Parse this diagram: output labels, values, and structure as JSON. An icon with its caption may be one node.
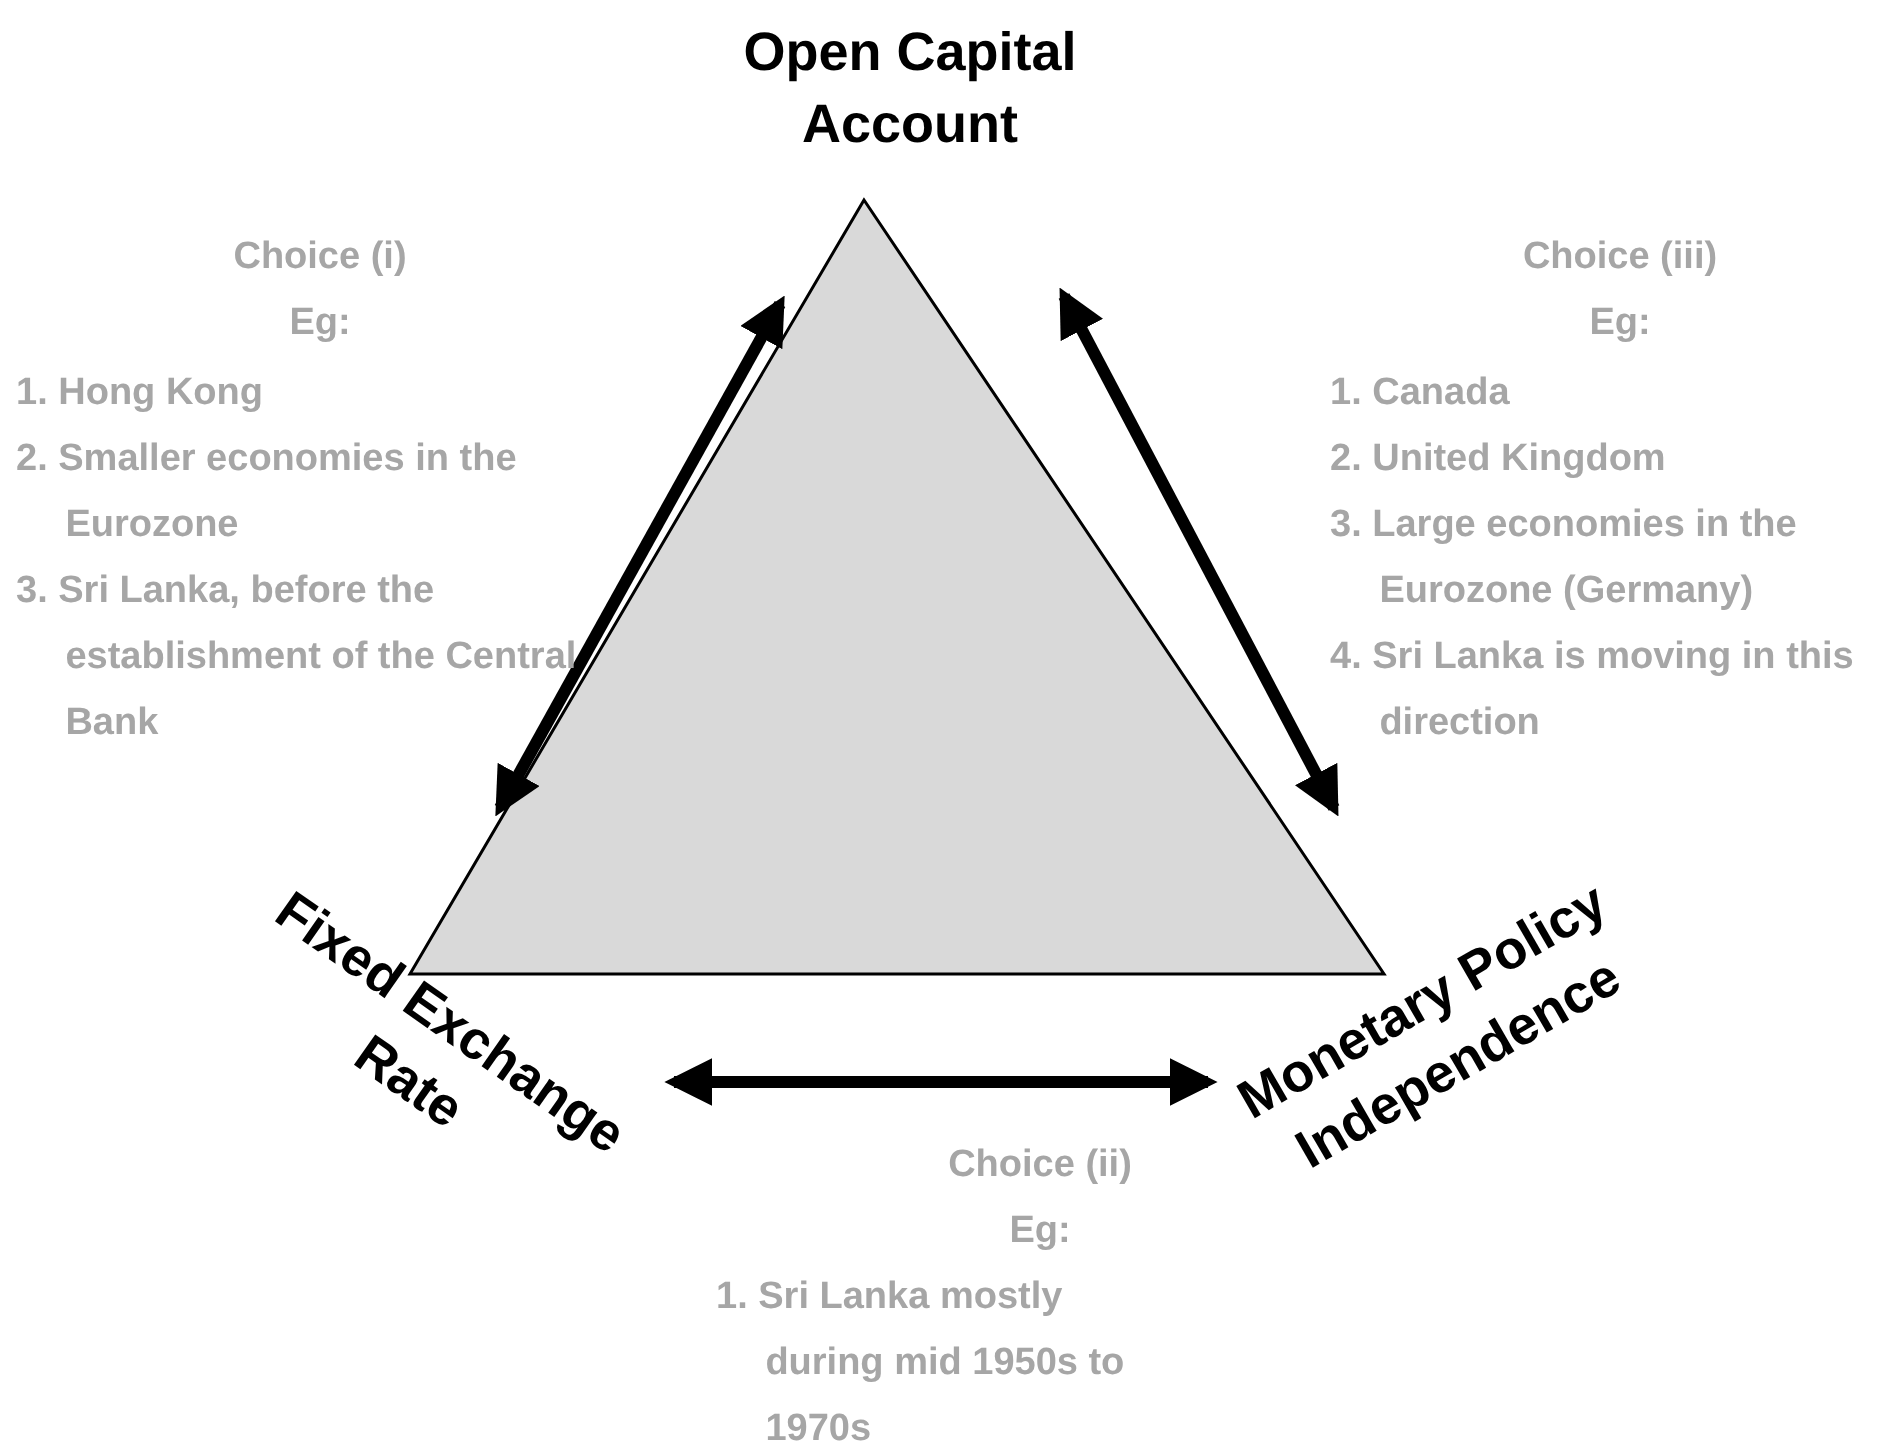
{
  "diagram": {
    "nodes": [
      {
        "text": [
          "Open Capital Account"
        ]
      },
      {
        "text": [
          "Fixed Exchange Rate"
        ]
      },
      {
        "text": [
          "Monetary Policy Independence"
        ]
      }
    ],
    "edges": [
      {
        "from": 0,
        "to": 1,
        "arrow": "both"
      },
      {
        "from": 1,
        "to": 2,
        "arrow": "both"
      },
      {
        "from": 0,
        "to": 2,
        "arrow": "both"
      }
    ],
    "labels": [
      "Choice (i)",
      "Eg:",
      "1. Hong Kong",
      "2. Smaller economies in the Eurozone",
      "3. Sri Lanka, before the establishment of the Central Bank",
      "Choice (iii)",
      "Eg:",
      "1. Canada",
      "2. United Kingdom",
      "3. Large economies in the Eurozone (Germany)",
      "4. Sri Lanka is moving in this direction",
      "Choice (ii)",
      "Eg:",
      "1. Sri Lanka mostly during mid 1950s to 1970s"
    ]
  }
}
